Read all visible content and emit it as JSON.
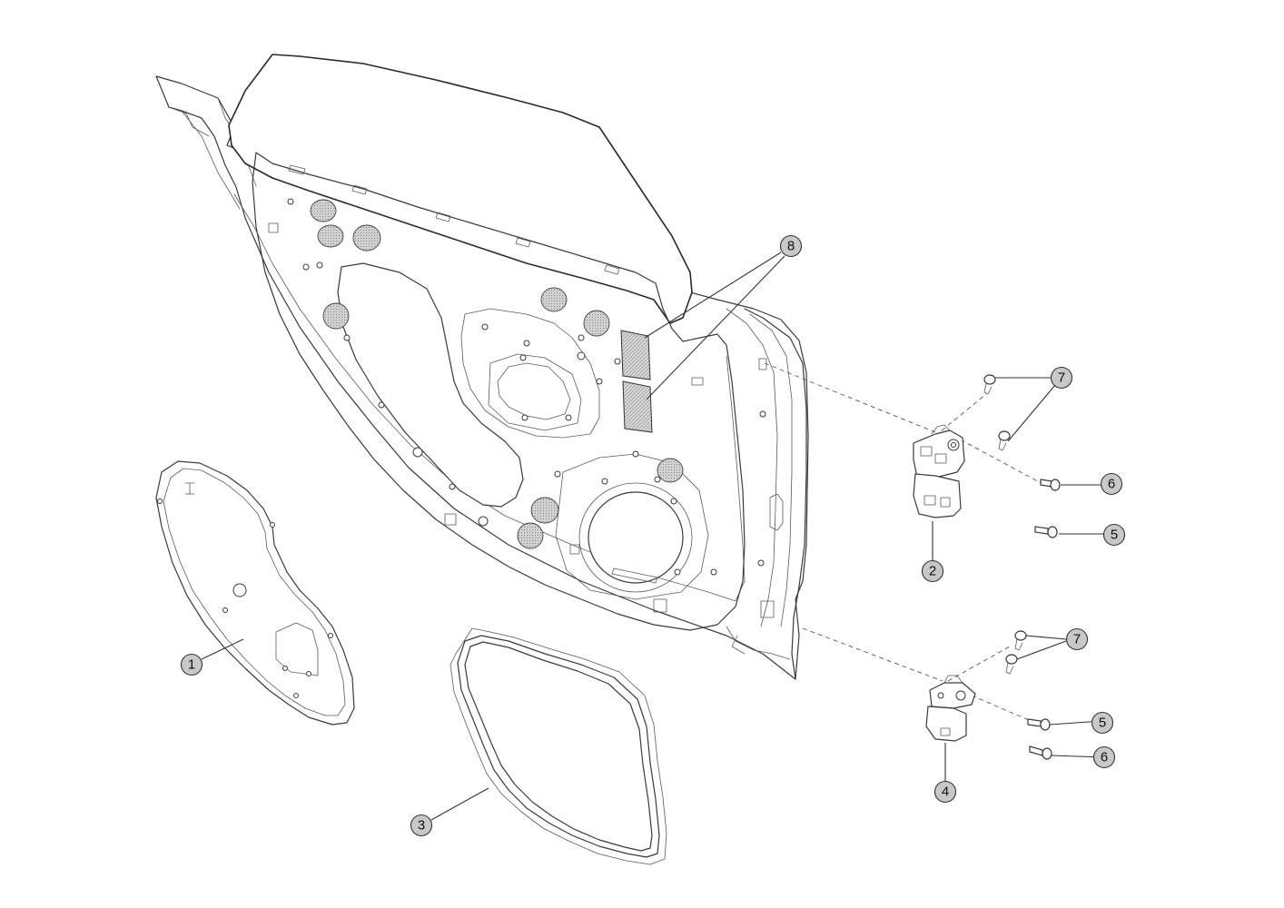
{
  "callouts": [
    {
      "id": "1",
      "label": "1"
    },
    {
      "id": "2",
      "label": "2"
    },
    {
      "id": "3",
      "label": "3"
    },
    {
      "id": "4",
      "label": "4"
    },
    {
      "id": "5a",
      "label": "5"
    },
    {
      "id": "5b",
      "label": "5"
    },
    {
      "id": "6a",
      "label": "6"
    },
    {
      "id": "6b",
      "label": "6"
    },
    {
      "id": "7a",
      "label": "7"
    },
    {
      "id": "7b",
      "label": "7"
    },
    {
      "id": "8",
      "label": "8"
    }
  ],
  "colors": {
    "callout_fill": "#c8c8c8",
    "line": "#3a3a3a",
    "background": "#ffffff"
  }
}
